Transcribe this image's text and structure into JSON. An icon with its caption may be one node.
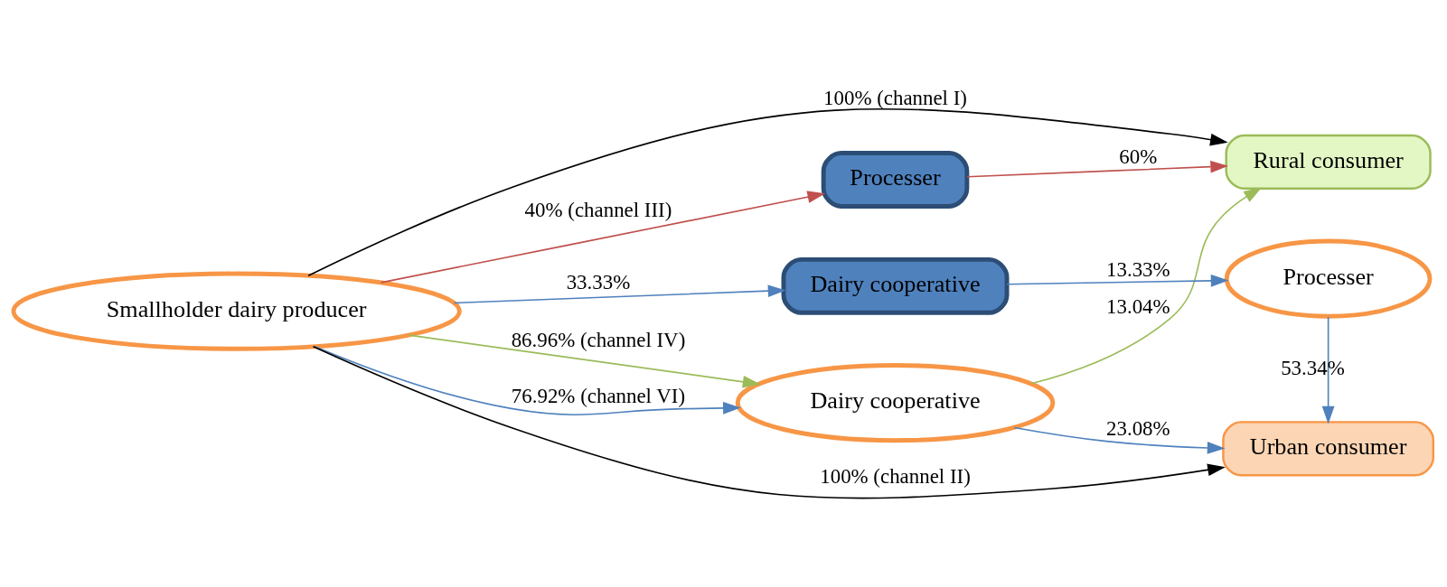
{
  "diagram": {
    "nodes": [
      {
        "text": [
          "Smallholder dairy producer"
        ]
      },
      {
        "text": [
          "Processer"
        ]
      },
      {
        "text": [
          "Rural consumer"
        ]
      },
      {
        "text": [
          "Dairy cooperative"
        ]
      },
      {
        "text": [
          "Urban consumer"
        ]
      },
      {
        "text": [
          "Dairy cooperative"
        ]
      },
      {
        "text": [
          "Processer"
        ]
      }
    ],
    "edges": [
      {
        "from": 0,
        "to": 2,
        "arrow": "to",
        "label": "100% (channel I)",
        "color": "#000000"
      },
      {
        "from": 0,
        "to": 1,
        "arrow": "to",
        "label": "40% (channel III)",
        "color": "#c0504d"
      },
      {
        "from": 1,
        "to": 2,
        "arrow": "to",
        "label": "60%",
        "color": "#c0504d"
      },
      {
        "from": 0,
        "to": 3,
        "arrow": "to",
        "label": "86.96% (channel IV)",
        "color": "#9bbb59"
      },
      {
        "from": 0,
        "to": 3,
        "arrow": "to",
        "label": "76.92% (channel VI)"
      },
      {
        "from": 3,
        "to": 2,
        "arrow": "to",
        "label": "13.04%",
        "color": "#9bbb59"
      },
      {
        "from": 3,
        "to": 4,
        "arrow": "to",
        "label": "23.08%"
      },
      {
        "from": 0,
        "to": 5,
        "arrow": "to",
        "label": "33.33%"
      },
      {
        "from": 5,
        "to": 6,
        "arrow": "to",
        "label": "13.33%"
      },
      {
        "from": 6,
        "to": 4,
        "arrow": "to",
        "label": "53.34%"
      },
      {
        "from": 0,
        "to": 4,
        "arrow": "to",
        "label": "100% (channel II)",
        "color": "#000000"
      }
    ]
  }
}
